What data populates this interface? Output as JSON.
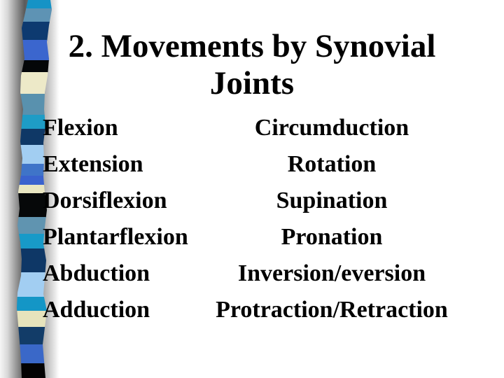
{
  "slide": {
    "title": {
      "text": "2. Movements by Synovial Joints",
      "lines": [
        "2. Movements by Synovial",
        "Joints"
      ]
    },
    "movements": {
      "left_column": [
        "Flexion",
        "Extension",
        "Dorsiflexion",
        "Plantarflexion",
        "Abduction",
        "Adduction"
      ],
      "right_column": [
        "Circumduction",
        "Rotation",
        "Supination",
        "Pronation",
        "Inversion/eversion",
        "Protraction/Retraction"
      ]
    },
    "colors": {
      "text": "#000000",
      "background": "#ffffff"
    },
    "decoration": {
      "name": "dads-tie-ribbon",
      "segments": [
        {
          "color": "#1693C6",
          "height": 12
        },
        {
          "color": "#5E93B4",
          "height": 19
        },
        {
          "color": "#0D3A70",
          "height": 26
        },
        {
          "color": "#3B66CE",
          "height": 29
        },
        {
          "color": "#040608",
          "height": 17
        },
        {
          "color": "#EDE9C8",
          "height": 31
        },
        {
          "color": "#5991AE",
          "height": 30
        },
        {
          "color": "#1E9CC6",
          "height": 20
        },
        {
          "color": "#0F3866",
          "height": 23
        },
        {
          "color": "#A2CEF2",
          "height": 27
        },
        {
          "color": "#3F74C8",
          "height": 17
        },
        {
          "color": "#3A62CE",
          "height": 13
        },
        {
          "color": "#E9E6C2",
          "height": 12
        },
        {
          "color": "#060809",
          "height": 34
        },
        {
          "color": "#6094B0",
          "height": 24
        },
        {
          "color": "#189AC8",
          "height": 21
        },
        {
          "color": "#0E3766",
          "height": 34
        },
        {
          "color": "#A2CEF2",
          "height": 35
        },
        {
          "color": "#1496C6",
          "height": 20
        },
        {
          "color": "#E6E3BC",
          "height": 23
        },
        {
          "color": "#123C68",
          "height": 25
        },
        {
          "color": "#3A68C8",
          "height": 27
        },
        {
          "color": "#030303",
          "height": 21
        }
      ]
    }
  }
}
